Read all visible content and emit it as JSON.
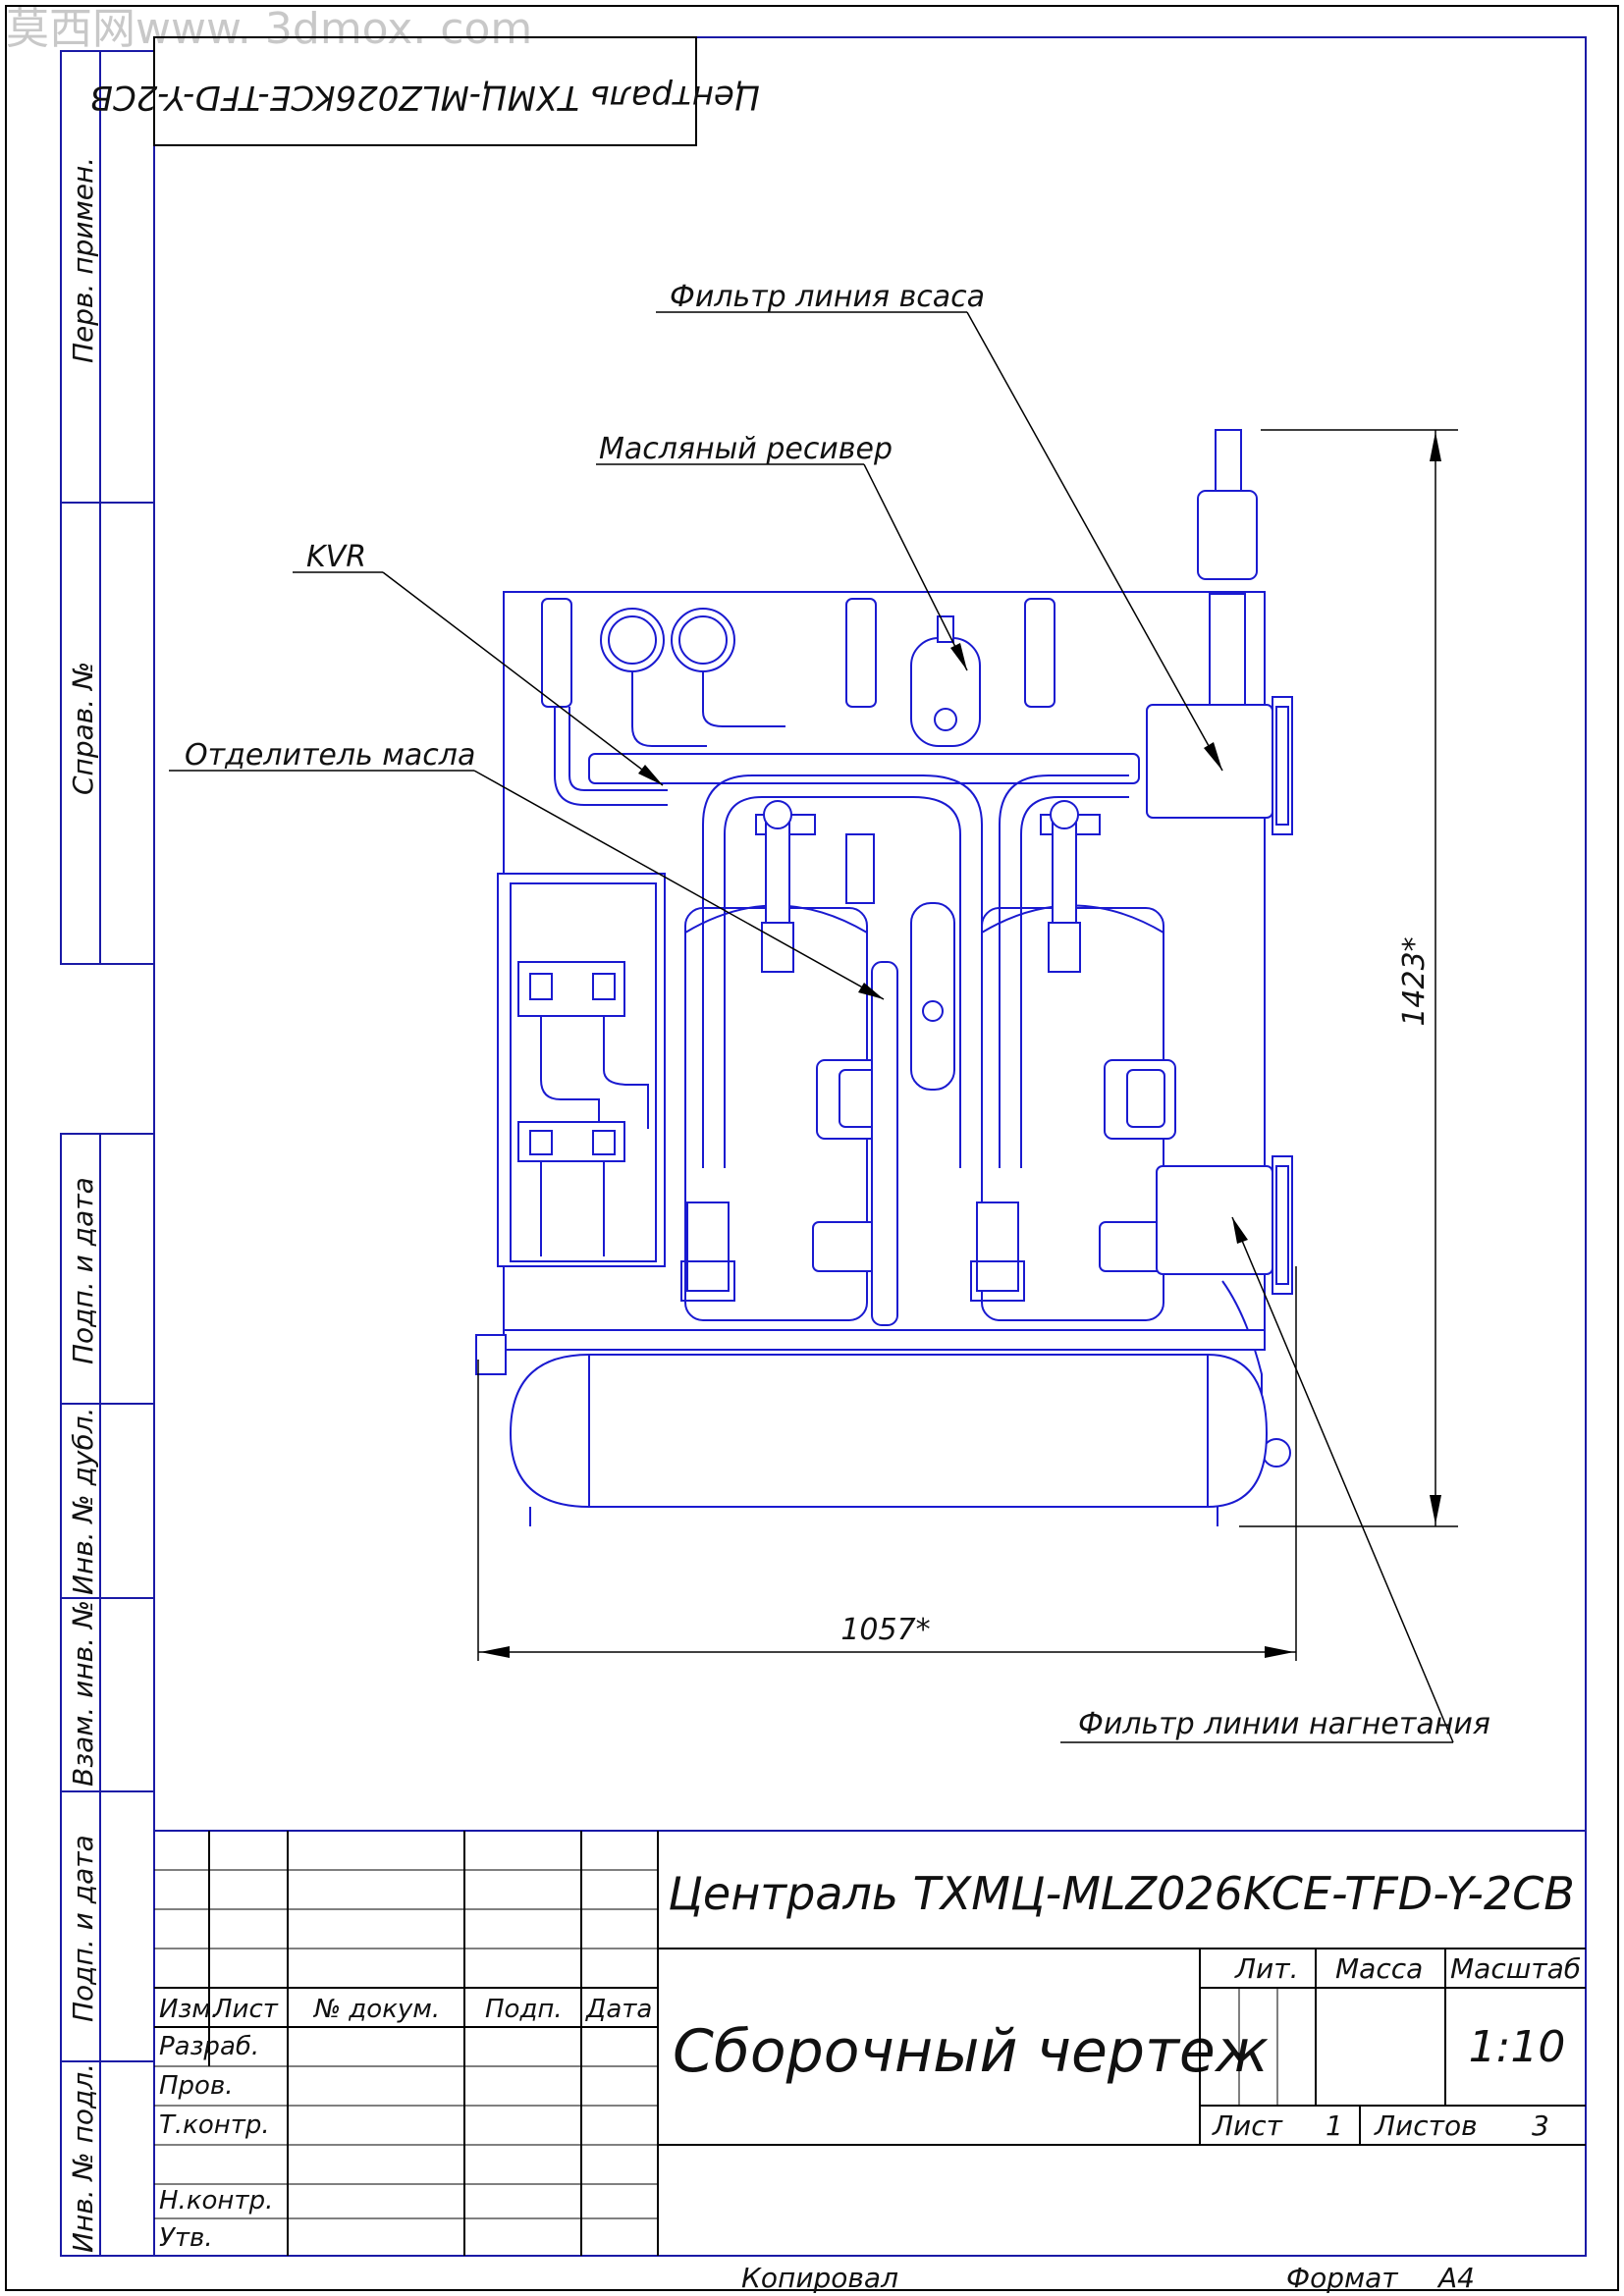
{
  "watermark": "莫西网www. 3dmox. com",
  "rotated_designation": "Централь TXMЦ-MLZ026KCE-TFD-Y-2CB",
  "side_column": [
    "Перв. примен.",
    "Справ. №",
    "Подп. и дата",
    "Инв. № дубл.",
    "Взам. инв. №",
    "Подп. и дата",
    "Инв. № подл."
  ],
  "callouts": {
    "suction_filter": "Фильтр линия всаса",
    "oil_receiver": "Масляный ресивер",
    "kvr": "KVR",
    "oil_separator": "Отделитель масла",
    "discharge_filter": "Фильтр линии нагнетания"
  },
  "dimensions": {
    "height": "1423*",
    "width": "1057*"
  },
  "title_block": {
    "designation": "Централь TXMЦ-MLZ026KCE-TFD-Y-2CB",
    "document_name": "Сборочный чертеж",
    "col_headers": [
      "Изм.",
      "Лист",
      "№ докум.",
      "Подп.",
      "Дата"
    ],
    "roles": [
      "Разраб.",
      "Пров.",
      "Т.контр.",
      "",
      "Н.контр.",
      "Утв."
    ],
    "lit_label": "Лит.",
    "mass_label": "Масса",
    "scale_label": "Масштаб",
    "scale_value": "1:10",
    "sheet_label": "Лист",
    "sheet_value": "1",
    "sheets_label": "Листов",
    "sheets_value": "3"
  },
  "footer": {
    "copied": "Копировал",
    "format_label": "Формат",
    "format_value": "A4"
  }
}
